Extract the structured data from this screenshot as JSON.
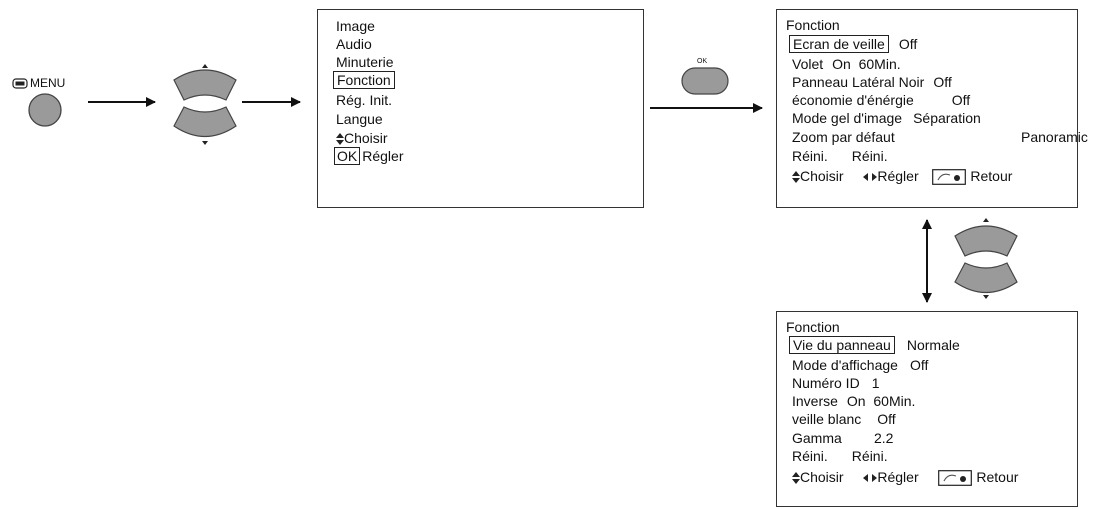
{
  "remote": {
    "menu_label": "MENU",
    "ok_label": "OK"
  },
  "main_menu": {
    "items": [
      "Image",
      "Audio",
      "Minuterie",
      "Fonction",
      "Rég. Init.",
      "Langue"
    ],
    "selected": "Fonction",
    "hint_choose": "Choisir",
    "hint_ok_box": "OK",
    "hint_set": "Régler"
  },
  "fonction1": {
    "title": "Fonction",
    "rows": [
      {
        "label": "Ecran de veille",
        "value": "Off"
      },
      {
        "label": "Volet",
        "value": "On  60Min."
      },
      {
        "label": "Panneau Latéral Noir",
        "value": "Off"
      },
      {
        "label": "économie d'énérgie",
        "value": "Off"
      },
      {
        "label": "Mode gel d'image",
        "value": "Séparation"
      },
      {
        "label": "Zoom par défaut",
        "value": "Panoramic"
      },
      {
        "label": "Réini.",
        "value": "Réini."
      }
    ],
    "hint_choose": "Choisir",
    "hint_set": "Régler",
    "hint_back": "Retour"
  },
  "fonction2": {
    "title": "Fonction",
    "rows": [
      {
        "label": "Vie du panneau",
        "value": "Normale"
      },
      {
        "label": "Mode d'affichage",
        "value": "Off"
      },
      {
        "label": "Numéro ID",
        "value": "1"
      },
      {
        "label": "Inverse",
        "value": "On  60Min."
      },
      {
        "label": "veille blanc",
        "value": "Off"
      },
      {
        "label": "Gamma",
        "value": "2.2"
      },
      {
        "label": "Réini.",
        "value": "Réini."
      }
    ],
    "hint_choose": "Choisir",
    "hint_set": "Régler",
    "hint_back": "Retour"
  }
}
